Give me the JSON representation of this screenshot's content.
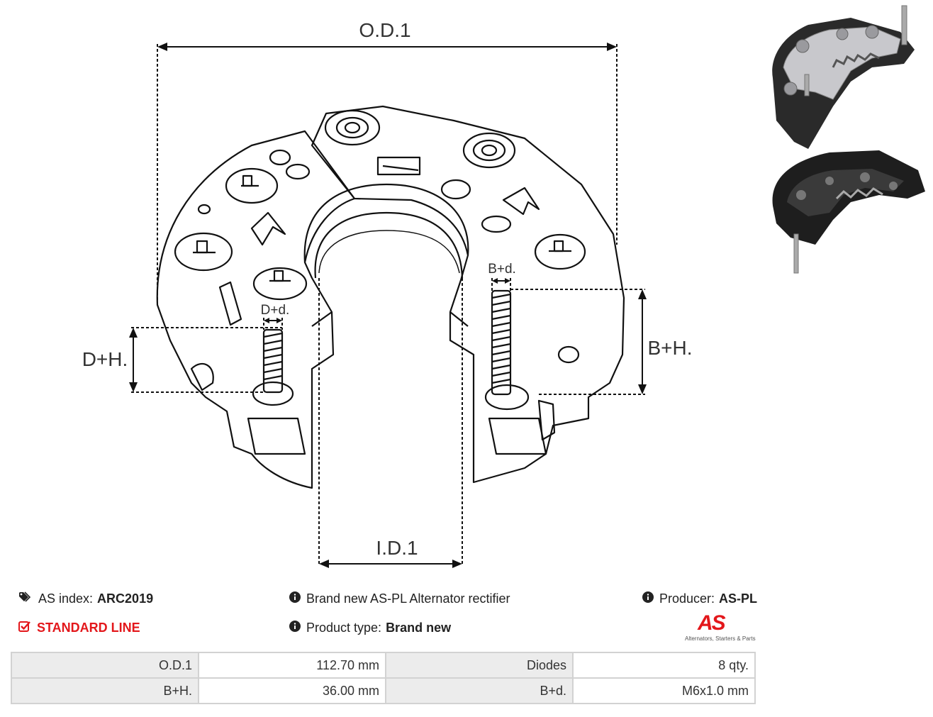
{
  "dimensions": {
    "od1": "O.D.1",
    "id1": "I.D.1",
    "dh": "D+H.",
    "dd": "D+d.",
    "bh": "B+H.",
    "bd": "B+d."
  },
  "info": {
    "as_index_label": "AS index:",
    "as_index_value": "ARC2019",
    "line": "STANDARD LINE",
    "description": "Brand new AS-PL Alternator rectifier",
    "product_type_label": "Product type:",
    "product_type_value": "Brand new",
    "producer_label": "Producer:",
    "producer_value": "AS-PL"
  },
  "logo": {
    "mark": "AS",
    "tagline": "Alternators, Starters & Parts"
  },
  "specs": {
    "rows": [
      {
        "label1": "O.D.1",
        "value1": "112.70 mm",
        "label2": "Diodes",
        "value2": "8 qty."
      },
      {
        "label1": "B+H.",
        "value1": "36.00 mm",
        "label2": "B+d.",
        "value2": "M6x1.0 mm"
      }
    ]
  },
  "icons": {
    "tag": "tags-icon",
    "check": "check-square-icon",
    "info": "info-circle-icon"
  }
}
